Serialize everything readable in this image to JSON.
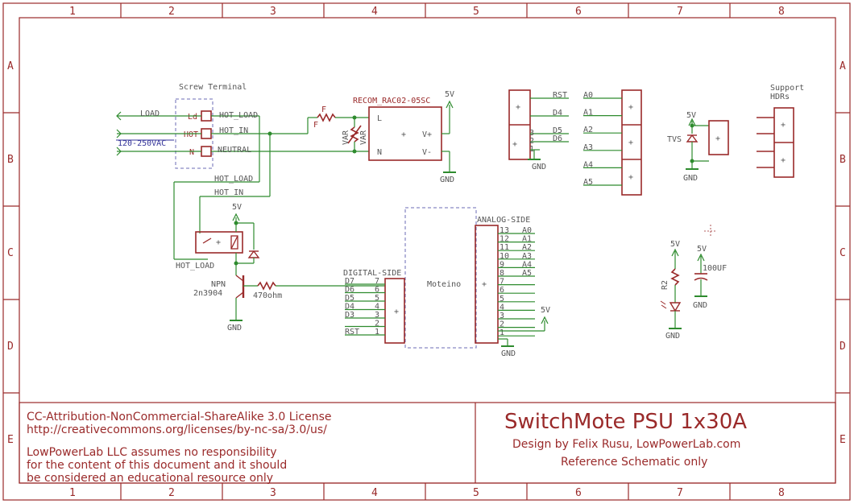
{
  "frame": {
    "columns": [
      "1",
      "2",
      "3",
      "4",
      "5",
      "6",
      "7",
      "8"
    ],
    "rows": [
      "A",
      "B",
      "C",
      "D",
      "E"
    ]
  },
  "labels": {
    "screw_terminal": "Screw Terminal",
    "load_arrow": "LOAD",
    "ac_input": "120-250VAC",
    "term_pins": [
      "Ld",
      "HOT",
      "N"
    ],
    "hot_load": "HOT_LOAD",
    "hot_in": "HOT_IN",
    "neutral": "NEUTRAL",
    "fuse": "F",
    "var": "VAR",
    "psu": "RECOM_RAC02-05SC",
    "psu_l": "L",
    "psu_n": "N",
    "psu_vp": "V+",
    "psu_vm": "V-",
    "v5": "5V",
    "gnd": "GND",
    "npn": "NPN",
    "npn_part": "2n3904",
    "res470": "470ohm",
    "moteino": "Moteino",
    "digital_side": "DIGITAL-SIDE",
    "analog_side": "ANALOG-SIDE",
    "dig_pins": [
      "D7",
      "D6",
      "D5",
      "D4",
      "D3",
      "",
      "RST"
    ],
    "dig_nums": [
      "7",
      "6",
      "5",
      "4",
      "3",
      "2",
      "1"
    ],
    "ana_nums": [
      "13",
      "12",
      "11",
      "10",
      "9",
      "8",
      "7",
      "6",
      "5",
      "4",
      "3",
      "2",
      "1"
    ],
    "ana_pins": [
      "A0",
      "A1",
      "A2",
      "A3",
      "A4",
      "A5"
    ],
    "hdr_pins": [
      "RST",
      "D4",
      "D5",
      "D6"
    ],
    "hdr_nums": [
      "3",
      "2",
      "1"
    ],
    "a_pins": [
      "A0",
      "A1",
      "A2",
      "A3",
      "A4",
      "A5"
    ],
    "tvs": "TVS",
    "support": "Support HDRs",
    "r2": "R2",
    "cap": "100UF"
  },
  "license": {
    "l1": "CC-Attribution-NonCommercial-ShareAlike 3.0 License",
    "l2": "http://creativecommons.org/licenses/by-nc-sa/3.0/us/",
    "l3": "LowPowerLab LLC assumes no responsibility",
    "l4": "for the content of this document and it should",
    "l5": "be considered an educational resource only"
  },
  "titleblock": {
    "title": "SwitchMote PSU 1x30A",
    "design": "Design by Felix Rusu, LowPowerLab.com",
    "ref": "Reference Schematic only"
  },
  "colors": {
    "frame": "#9a2a2a",
    "net": "#2e8b2e",
    "outline": "#6b6bb5",
    "text": "#555555"
  }
}
